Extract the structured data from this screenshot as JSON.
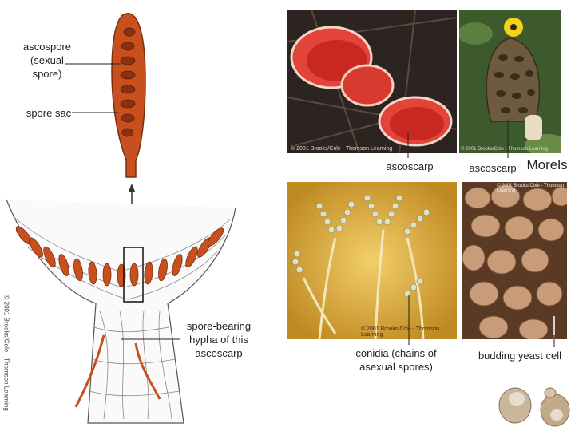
{
  "labels": {
    "ascospore": "ascospore (sexual spore)",
    "spore_sac": "spore sac",
    "spore_bearing_hypha": "spore-bearing hypha of this ascoscarp",
    "ascoscarp_1": "ascoscarp",
    "ascoscarp_2": "ascoscarp",
    "morels": "Morels",
    "conidia": "conidia (chains of asexual spores)",
    "budding_yeast": "budding yeast cell"
  },
  "credits": {
    "cup_fungi": "© 2001 Brooks/Cole - Thomson Learning",
    "morel": "© 2001 Brooks/Cole - Thomson Learning",
    "conidia": "© 2001 Brooks/Cole - Thomson Learning",
    "yeast": "© 2001 Brooks/Cole - Thomson Learning",
    "diagram": "© 2001 Brooks/Cole - Thomson Learning"
  },
  "colors": {
    "spore_orange": "#c8501e",
    "cup_red": "#d4332a",
    "yeast_tan": "#b58a68",
    "conidia_gold": "#d9a93a"
  }
}
